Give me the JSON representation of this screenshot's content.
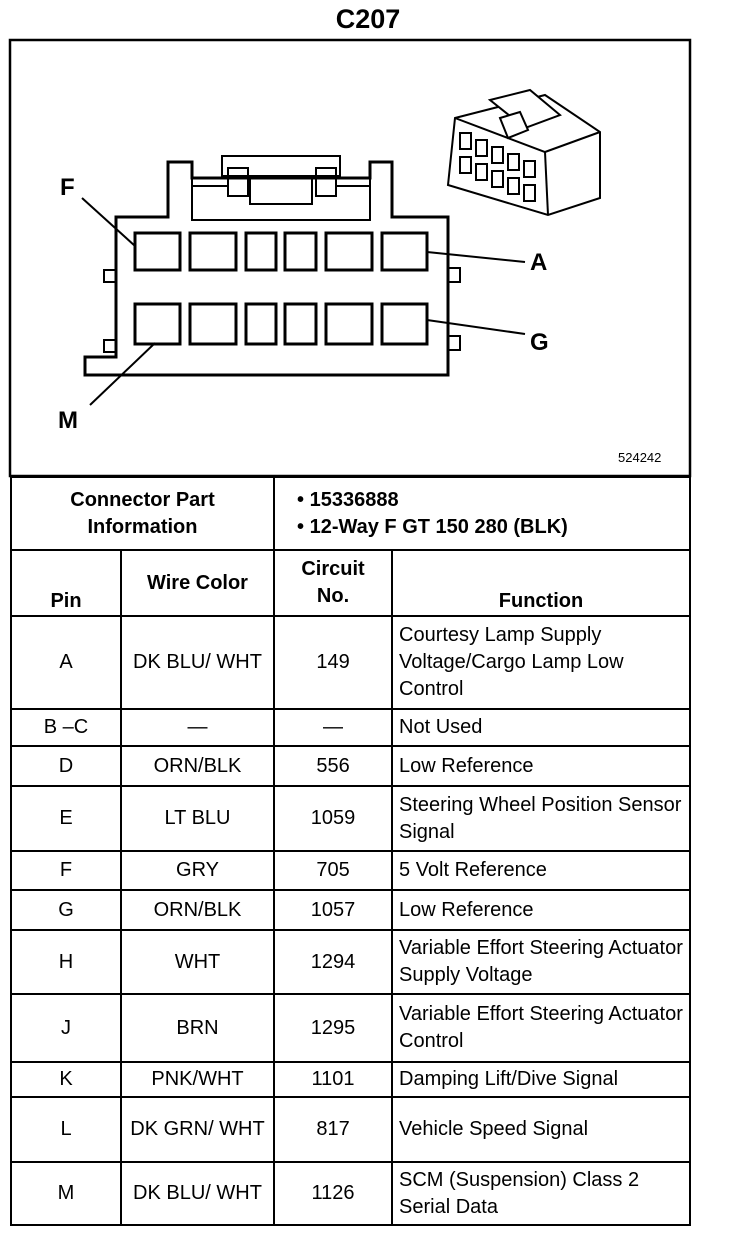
{
  "title": "C207",
  "figure_number": "524242",
  "pin_labels": [
    "F",
    "A",
    "G",
    "M"
  ],
  "part_info": {
    "label": "Connector Part Information",
    "items": [
      "15336888",
      "12-Way F GT 150 280 (BLK)"
    ]
  },
  "headers": {
    "pin": "Pin",
    "wire_color": "Wire Color",
    "circuit": "Circuit No.",
    "function": "Function"
  },
  "rows": [
    {
      "pin": "A",
      "wire": "DK BLU/ WHT",
      "circuit": "149",
      "function": "Courtesy Lamp Supply Voltage/Cargo Lamp Low Control"
    },
    {
      "pin": "B –C",
      "wire": "—",
      "circuit": "—",
      "function": "Not Used"
    },
    {
      "pin": "D",
      "wire": "ORN/BLK",
      "circuit": "556",
      "function": "Low Reference"
    },
    {
      "pin": "E",
      "wire": "LT BLU",
      "circuit": "1059",
      "function": "Steering Wheel Position Sensor Signal"
    },
    {
      "pin": "F",
      "wire": "GRY",
      "circuit": "705",
      "function": "5 Volt Reference"
    },
    {
      "pin": "G",
      "wire": "ORN/BLK",
      "circuit": "1057",
      "function": "Low Reference"
    },
    {
      "pin": "H",
      "wire": "WHT",
      "circuit": "1294",
      "function": "Variable Effort Steering Actuator Supply Voltage"
    },
    {
      "pin": "J",
      "wire": "BRN",
      "circuit": "1295",
      "function": "Variable Effort Steering Actuator Control"
    },
    {
      "pin": "K",
      "wire": "PNK/WHT",
      "circuit": "1101",
      "function": "Damping Lift/Dive Signal"
    },
    {
      "pin": "L",
      "wire": "DK GRN/ WHT",
      "circuit": "817",
      "function": "Vehicle Speed Signal"
    },
    {
      "pin": "M",
      "wire": "DK BLU/ WHT",
      "circuit": "1126",
      "function": "SCM (Suspension) Class 2 Serial Data"
    }
  ]
}
